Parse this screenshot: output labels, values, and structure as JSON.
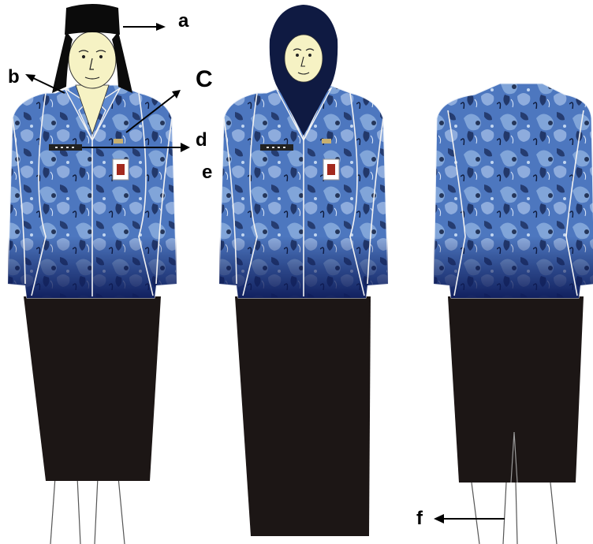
{
  "diagram": {
    "figures": [
      {
        "view": "front",
        "head_covering": "peci-cap"
      },
      {
        "view": "front",
        "head_covering": "hijab"
      },
      {
        "view": "back",
        "head_covering": "none"
      }
    ],
    "callouts": [
      {
        "id": "a",
        "label": "a"
      },
      {
        "id": "b",
        "label": "b"
      },
      {
        "id": "c",
        "label": "C"
      },
      {
        "id": "d",
        "label": "d"
      },
      {
        "id": "e",
        "label": "e"
      },
      {
        "id": "f",
        "label": "f"
      }
    ],
    "colors": {
      "batik_base": "#4d77bf",
      "batik_light": "#8fb0e0",
      "batik_dark": "#14264f",
      "hem_navy": "#0e1c5a",
      "skirt": "#1c1615",
      "skin": "#f6f2c4",
      "cap": "#0b0b0b",
      "hijab": "#0f1a42",
      "seam": "#f2f2f2",
      "badge_red": "#a32a1e"
    }
  }
}
